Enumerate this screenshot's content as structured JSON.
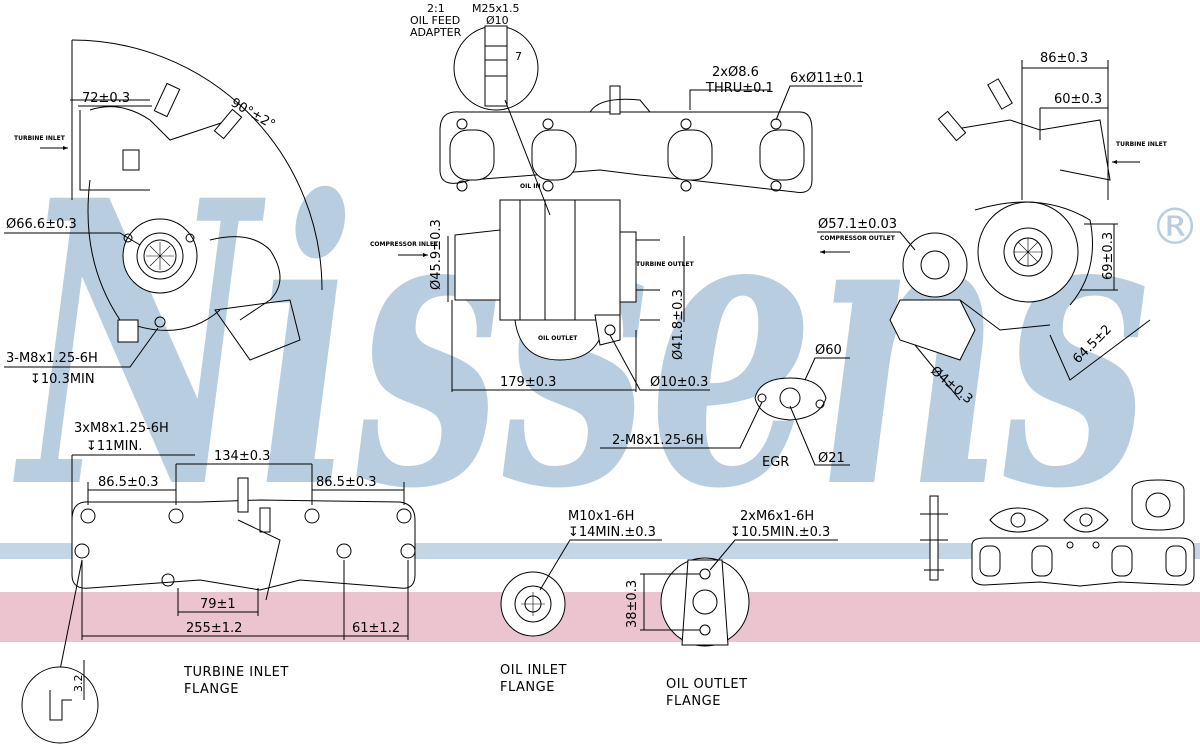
{
  "watermark": {
    "brand": "Nissens",
    "registered": "®",
    "band_blue": "#b8cee0",
    "band_pink": "#e8b8c4"
  },
  "top_left": {
    "d72": "72±0.3",
    "angle": "90°±2°",
    "turbine_inlet": "TURBINE INLET",
    "d66": "Ø66.6±0.3",
    "thread": "3-M8x1.25-6H",
    "depth": "↧10.3MIN"
  },
  "top_center": {
    "oil_ratio": "2:1",
    "oil_feed": "OIL FEED",
    "adapter": "ADAPTER",
    "m25": "M25x1.5",
    "d10": "Ø10",
    "d7": "7",
    "holes1": "2xØ8.6",
    "holes1b": "THRU±0.1",
    "holes2": "6xØ11±0.1",
    "comp_inlet": "COMPRESSOR INLET",
    "d459": "Ø45.9±0.3",
    "oil_in": "OIL IN",
    "turbine_outlet": "TURBINE OUTLET",
    "oil_outlet": "OIL OUTLET",
    "d418": "Ø41.8±0.3",
    "d179": "179±0.3",
    "d10b": "Ø10±0.3"
  },
  "egr": {
    "d60": "Ø60",
    "thread": "2-M8x1.25-6H",
    "label": "EGR",
    "d21": "Ø21"
  },
  "top_right": {
    "d86": "86±0.3",
    "d60": "60±0.3",
    "turbine_inlet": "TURBINE INLET",
    "d571": "Ø57.1±0.03",
    "comp_outlet": "COMPRESSOR OUTLET",
    "d69": "69±0.3",
    "d645": "64.5±2",
    "d4": "Ø4±0.3"
  },
  "flange": {
    "thread": "3xM8x1.25-6H",
    "depth": "↧11MIN.",
    "d134": "134±0.3",
    "d865a": "86.5±0.3",
    "d865b": "86.5±0.3",
    "d79": "79±1",
    "d255": "255±1.2",
    "d61": "61±1.2",
    "d32": "3.2",
    "label1": "TURBINE INLET",
    "label2": "FLANGE"
  },
  "oil_inlet": {
    "thread": "M10x1-6H",
    "depth": "↧14MIN.±0.3",
    "label1": "OIL INLET",
    "label2": "FLANGE"
  },
  "oil_outlet": {
    "thread": "2xM6x1-6H",
    "depth": "↧10.5MIN.±0.3",
    "d38": "38±0.3",
    "label1": "OIL OUTLET",
    "label2": "FLANGE"
  }
}
